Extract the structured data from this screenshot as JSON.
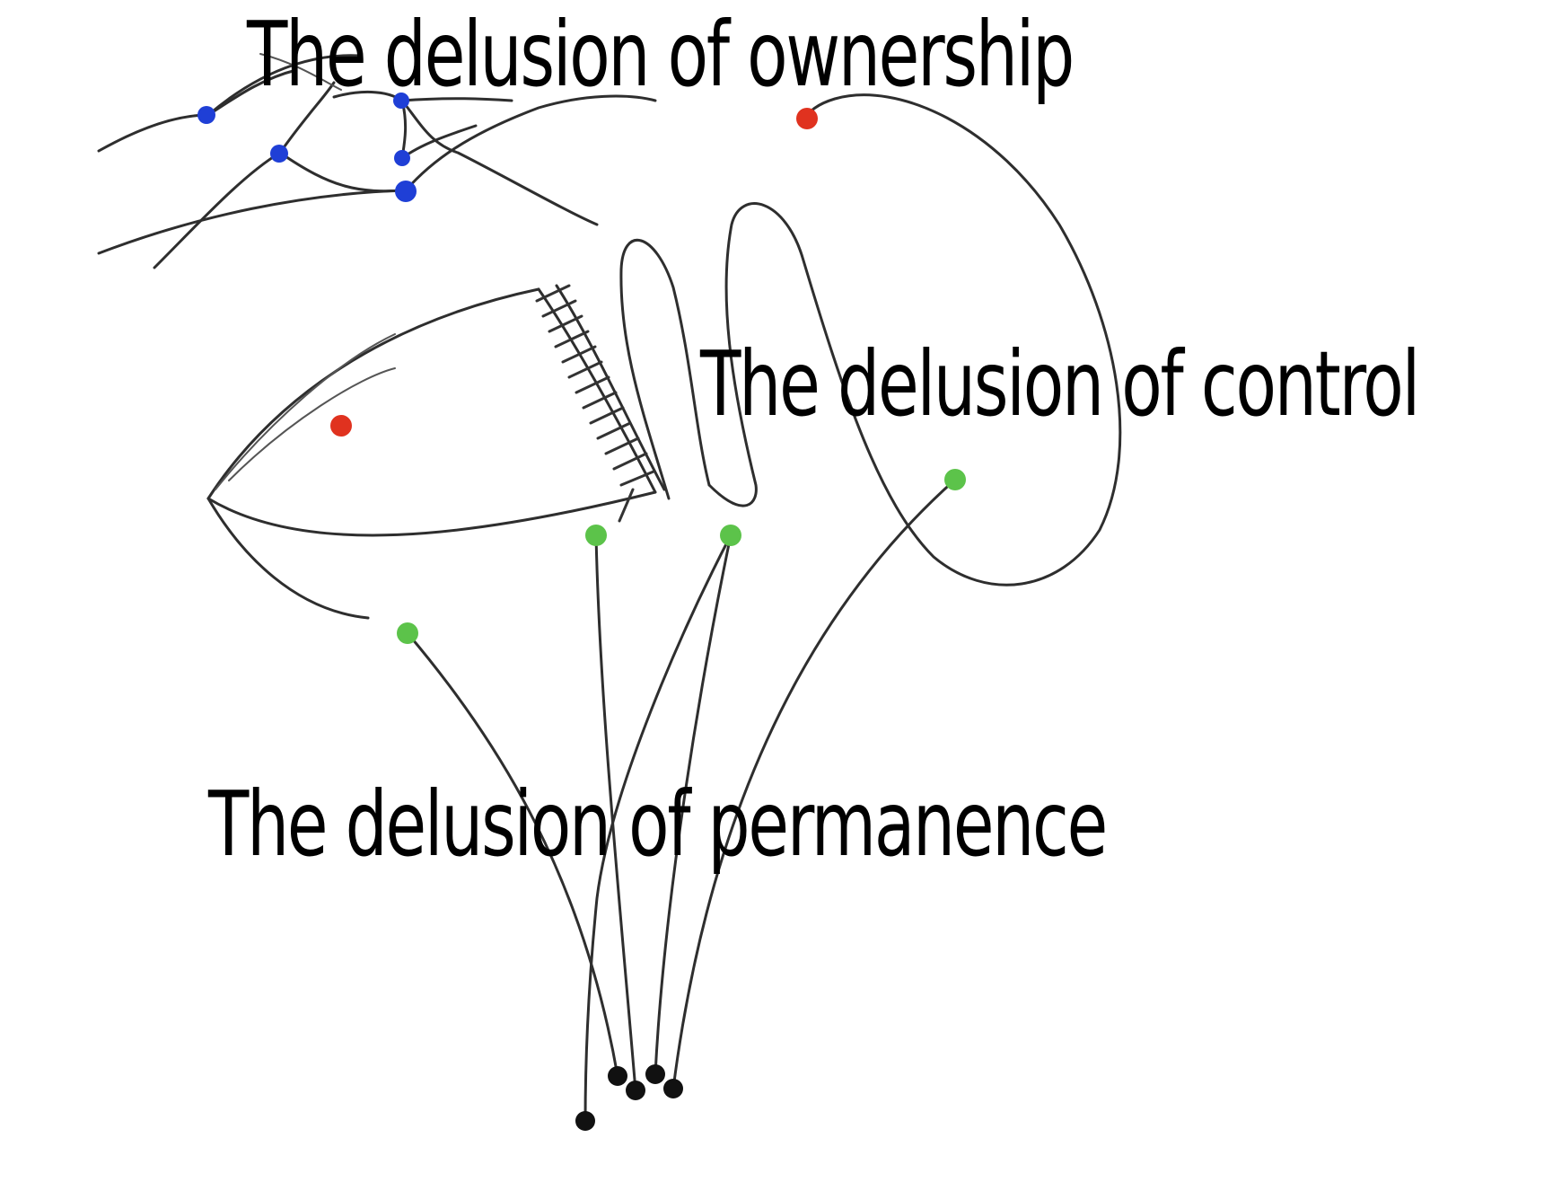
{
  "labels": {
    "ownership": "The delusion of ownership",
    "control": "The delusion of control",
    "permanence": "The delusion of permanence"
  },
  "colors": {
    "background": "#ffffff",
    "line": "#2e2e2e",
    "text": "#000000",
    "ownership_nodes": "#1f3fd6",
    "control_nodes": "#e0321f",
    "permanence_nodes": "#5cc34a",
    "root_nodes": "#111111"
  }
}
